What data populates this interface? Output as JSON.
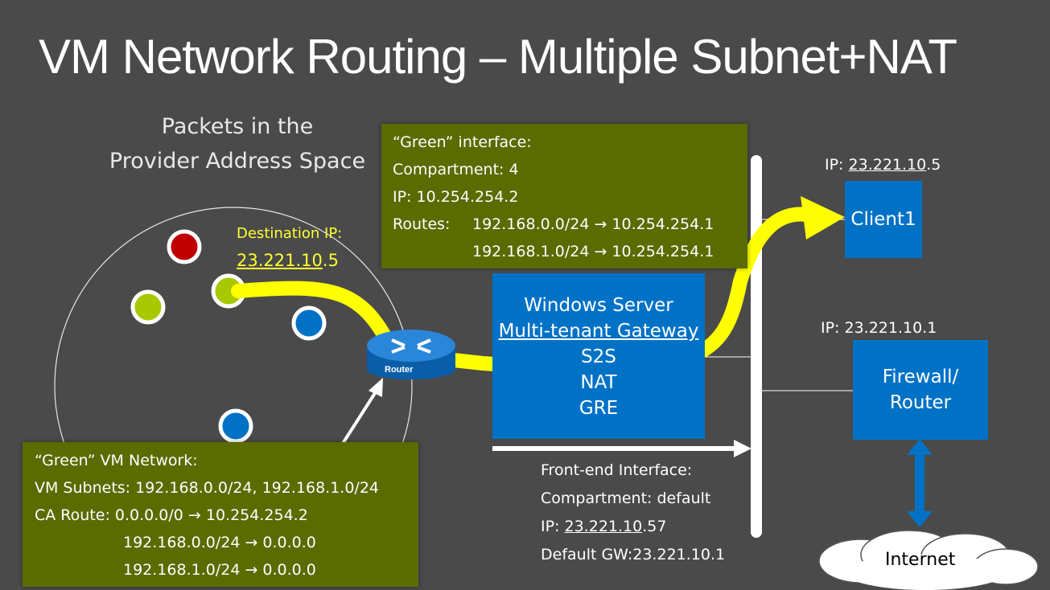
{
  "title": "VM Network Routing – Multiple Subnet+NAT",
  "provider_space": {
    "line1": "Packets in the",
    "line2": "Provider Address Space"
  },
  "destination": {
    "label": "Destination IP:",
    "ip_underlined": "23.221.10",
    "ip_rest": ".5"
  },
  "green_interface": {
    "heading": "“Green” interface:",
    "compartment": "Compartment: 4",
    "ip": "IP: 10.254.254.2",
    "routes_label": "Routes:",
    "route1": "192.168.0.0/24 → 10.254.254.1",
    "route2": "192.168.1.0/24 → 10.254.254.1"
  },
  "gateway": {
    "line1": "Windows Server",
    "line2": "Multi-tenant Gateway",
    "line3": "S2S",
    "line4": "NAT",
    "line5": "GRE"
  },
  "client1": {
    "label": "Client1",
    "ip_prefix": "IP: ",
    "ip_underlined": "23.221.10",
    "ip_rest": ".5"
  },
  "firewall": {
    "line1": "Firewall/",
    "line2": "Router",
    "ip": "IP: 23.221.10.1"
  },
  "front_end": {
    "heading": "Front-end Interface:",
    "compartment": "Compartment: default",
    "ip_prefix": "IP: ",
    "ip_underlined": "23.221.10",
    "ip_rest": ".57",
    "gateway": "Default GW:23.221.10.1"
  },
  "green_vm": {
    "heading": "“Green” VM Network:",
    "subnets": "VM Subnets: 192.168.0.0/24, 192.168.1.0/24",
    "ca_route_label": "CA Route:",
    "ca_route1": "0.0.0.0/0 → 10.254.254.2",
    "ca_route2": "192.168.0.0/24 → 0.0.0.0",
    "ca_route3": "192.168.1.0/24 → 0.0.0.0"
  },
  "router_label": "Router",
  "internet_label": "Internet",
  "colors": {
    "background": "#4a4a4a",
    "olive": "#5a6b00",
    "blue": "#0072c6",
    "yellow": "#ffff00",
    "red": "#c00000",
    "green": "#a8c800"
  }
}
